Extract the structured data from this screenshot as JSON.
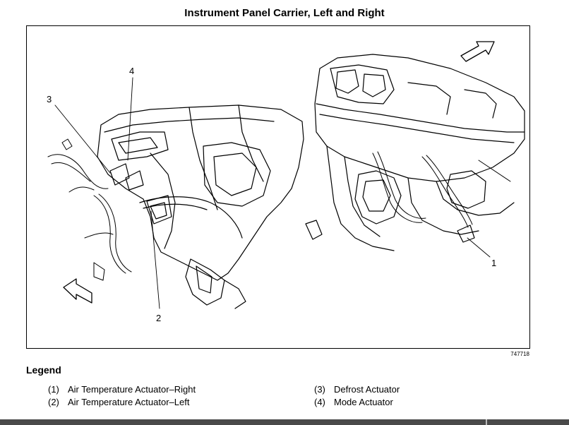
{
  "title": "Instrument Panel Carrier, Left and Right",
  "figure_id": "747718",
  "callouts": [
    "1",
    "2",
    "3",
    "4"
  ],
  "legend": {
    "heading": "Legend",
    "items": [
      {
        "num": "(1)",
        "label": "Air Temperature Actuator–Right"
      },
      {
        "num": "(2)",
        "label": "Air Temperature Actuator–Left"
      },
      {
        "num": "(3)",
        "label": "Defrost Actuator"
      },
      {
        "num": "(4)",
        "label": "Mode Actuator"
      }
    ]
  }
}
